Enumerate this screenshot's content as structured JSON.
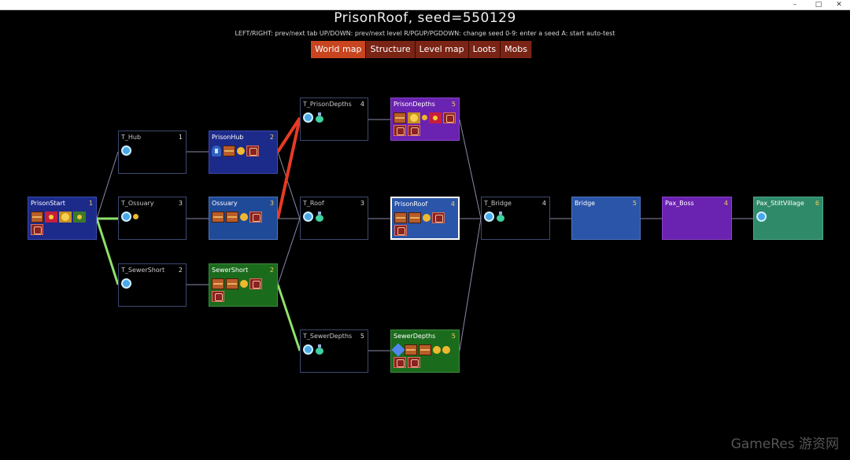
{
  "window": {
    "minimize": "–",
    "maximize": "□",
    "close": "✕"
  },
  "header": {
    "title": "PrisonRoof, seed=550129",
    "help": "LEFT/RIGHT: prev/next tab     UP/DOWN: prev/next level     R/PGUP/PGDOWN: change seed     0-9: enter a seed     A: start auto-test"
  },
  "tabs": [
    {
      "label": "World map",
      "active": true
    },
    {
      "label": "Structure",
      "active": false
    },
    {
      "label": "Level map",
      "active": false
    },
    {
      "label": "Loots",
      "active": false
    },
    {
      "label": "Mobs",
      "active": false
    }
  ],
  "nodes": {
    "prison_start": {
      "name": "PrisonStart",
      "level": "1",
      "icons": [
        "chest-icon",
        "gold-orb-icon",
        "gold-orb-icon",
        "gold-orb-icon",
        "scroll-icon"
      ]
    },
    "t_hub": {
      "name": "T_Hub",
      "level": "1",
      "icons": [
        "portal-icon"
      ]
    },
    "t_ossuary": {
      "name": "T_Ossuary",
      "level": "3",
      "icons": [
        "portal-icon",
        "gold-icon"
      ]
    },
    "t_sewer_short": {
      "name": "T_SewerShort",
      "level": "2",
      "icons": [
        "portal-icon"
      ]
    },
    "prison_hub": {
      "name": "PrisonHub",
      "level": "2",
      "icons": [
        "lantern-icon",
        "chest-icon",
        "gold-icon",
        "scroll-icon"
      ]
    },
    "ossuary": {
      "name": "Ossuary",
      "level": "3",
      "icons": [
        "chest-icon",
        "chest-icon",
        "gold-icon",
        "scroll-icon"
      ]
    },
    "sewer_short": {
      "name": "SewerShort",
      "level": "2",
      "icons": [
        "chest-icon",
        "chest-icon",
        "gold-icon",
        "scroll-icon",
        "scroll-icon"
      ]
    },
    "t_prison_depths": {
      "name": "T_PrisonDepths",
      "level": "4",
      "icons": [
        "portal-icon",
        "potion-icon"
      ]
    },
    "t_roof": {
      "name": "T_Roof",
      "level": "3",
      "icons": [
        "portal-icon",
        "potion-icon"
      ]
    },
    "t_sewer_depths": {
      "name": "T_SewerDepths",
      "level": "5",
      "icons": [
        "portal-icon",
        "potion-icon"
      ]
    },
    "prison_depths": {
      "name": "PrisonDepths",
      "level": "5",
      "icons": [
        "chest-icon",
        "gold-orb-icon",
        "gold-icon",
        "gold-orb-icon",
        "scroll-icon",
        "scroll-icon",
        "scroll-icon"
      ]
    },
    "prison_roof": {
      "name": "PrisonRoof",
      "level": "4",
      "icons": [
        "chest-icon",
        "chest-icon",
        "gold-icon",
        "scroll-icon",
        "scroll-icon"
      ]
    },
    "sewer_depths": {
      "name": "SewerDepths",
      "level": "5",
      "icons": [
        "gem-icon",
        "chest-icon",
        "chest-icon",
        "gold-icon",
        "gold-icon",
        "scroll-icon",
        "scroll-icon"
      ]
    },
    "t_bridge": {
      "name": "T_Bridge",
      "level": "4",
      "icons": [
        "portal-icon",
        "potion-icon"
      ]
    },
    "bridge": {
      "name": "Bridge",
      "level": "5",
      "icons": []
    },
    "pax_boss": {
      "name": "Pax_Boss",
      "level": "4",
      "icons": []
    },
    "pax_stilt_village": {
      "name": "Pax_StiltVillage",
      "level": "6",
      "icons": [
        "portal-icon"
      ]
    }
  },
  "colors": {
    "link": "#8a8aa8",
    "path_green": "#8ee06a",
    "path_red": "#e83a24",
    "tab_active": "#c8451f",
    "tab_inactive": "#7a2416"
  },
  "watermark": "GameRes 游资网"
}
